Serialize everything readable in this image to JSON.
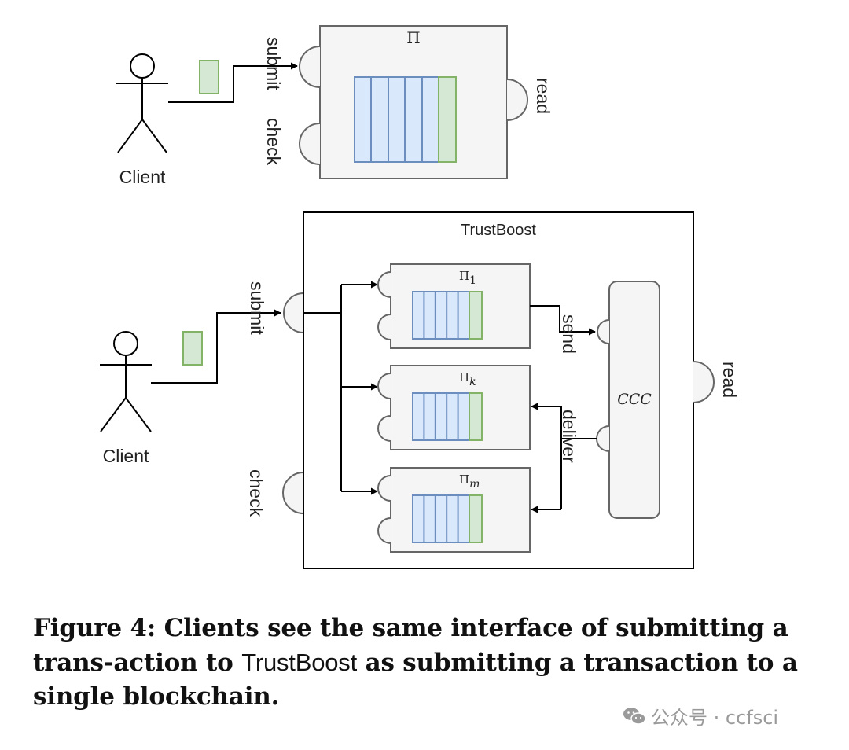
{
  "top": {
    "client_label": "Client",
    "chain_label": "Π",
    "submit_label": "submit",
    "check_label": "check",
    "read_label": "read"
  },
  "bottom": {
    "client_label": "Client",
    "container_title": "TrustBoost",
    "submit_label": "submit",
    "check_label": "check",
    "read_label": "read",
    "send_label": "send",
    "deliver_label": "deliver",
    "ccc_label": "CCC",
    "chains": [
      {
        "base": "Π",
        "sub": "1"
      },
      {
        "base": "Π",
        "sub": "k"
      },
      {
        "base": "Π",
        "sub": "m"
      }
    ]
  },
  "caption": {
    "part1": "Figure 4: Clients see the same interface of submitting a trans-action to ",
    "system_name": "TrustBoost",
    "part2": " as submitting a transaction to a single blockchain."
  },
  "watermark": {
    "text": "公众号 · ccfsci"
  },
  "colors": {
    "queue_blue_fill": "#dae8fc",
    "queue_blue_stroke": "#6c8ebf",
    "queue_green_fill": "#d5e8d4",
    "queue_green_stroke": "#82b366",
    "box_fill": "#f5f5f5",
    "box_stroke": "#666666"
  }
}
